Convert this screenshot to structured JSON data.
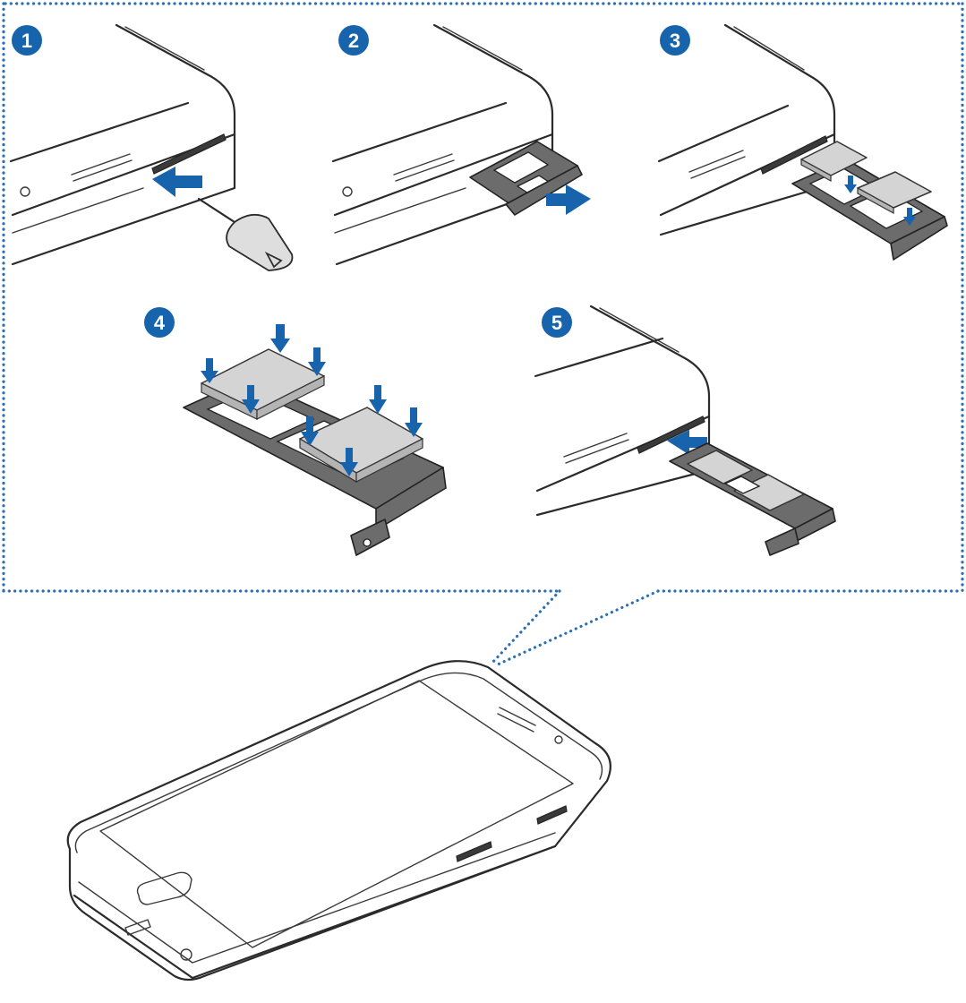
{
  "steps": [
    {
      "label": "1"
    },
    {
      "label": "2"
    },
    {
      "label": "3"
    },
    {
      "label": "4"
    },
    {
      "label": "5"
    }
  ],
  "colors": {
    "step_badge": "#1764ad",
    "dotted_border": "#2a6fb5",
    "arrow": "#1764ad",
    "line_art": "#2b2b2b",
    "tray": "#6c6c6c",
    "sim_card": "#d4d4d4"
  },
  "icons": [
    "step-badge",
    "eject-pin-icon",
    "insert-arrow-icon",
    "pull-arrow-icon",
    "down-arrow-icon"
  ]
}
